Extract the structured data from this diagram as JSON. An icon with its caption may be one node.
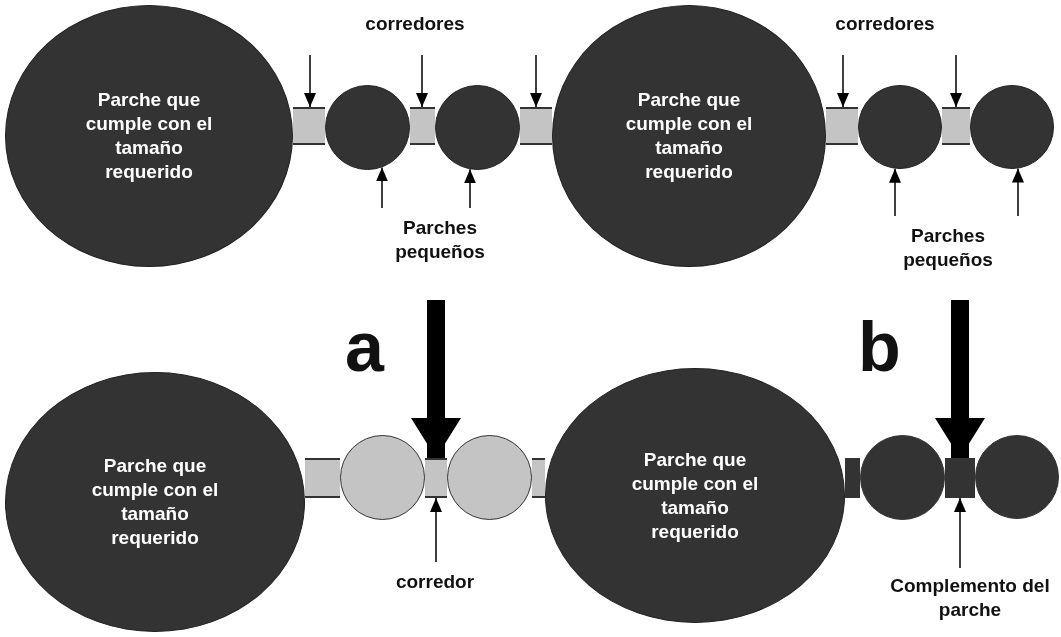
{
  "diagram": {
    "nodes": [
      {
        "text": [
          "Parche que cumple con el tamaño requerido"
        ]
      },
      {
        "text": [],
        "shape": "bar"
      },
      {
        "text": [],
        "shape": "circle"
      },
      {
        "text": [],
        "shape": "bar"
      },
      {
        "text": [],
        "shape": "circle"
      },
      {
        "text": [],
        "shape": "bar"
      },
      {
        "text": [
          "Parche que cumple con el tamaño requerido"
        ]
      },
      {
        "text": [],
        "shape": "bar"
      },
      {
        "text": [],
        "shape": "circle"
      },
      {
        "text": [],
        "shape": "bar"
      },
      {
        "text": [],
        "shape": "circle"
      },
      {
        "text": [
          "Parche que cumple con el tamaño requerido"
        ]
      },
      {
        "text": [],
        "shape": "bar"
      },
      {
        "text": [],
        "shape": "circle"
      },
      {
        "text": [],
        "shape": "bar"
      },
      {
        "text": [],
        "shape": "circle"
      },
      {
        "text": [],
        "shape": "bar"
      },
      {
        "text": [
          "Parche que cumple con el tamaño requerido"
        ]
      },
      {
        "text": [],
        "shape": "bar"
      },
      {
        "text": [],
        "shape": "circle"
      },
      {
        "text": [],
        "shape": "bar"
      },
      {
        "text": [],
        "shape": "circle"
      }
    ],
    "edges": [
      {
        "from": null,
        "to": 1,
        "arrow": "to"
      },
      {
        "from": null,
        "to": 3,
        "arrow": "to"
      },
      {
        "from": null,
        "to": 5,
        "arrow": "to"
      },
      {
        "from": null,
        "to": 7,
        "arrow": "to"
      },
      {
        "from": null,
        "to": 9,
        "arrow": "to"
      },
      {
        "from": null,
        "to": 2,
        "arrow": "to"
      },
      {
        "from": null,
        "to": 4,
        "arrow": "to"
      },
      {
        "from": null,
        "to": 8,
        "arrow": "to"
      },
      {
        "from": null,
        "to": 10,
        "arrow": "to"
      },
      {
        "from": null,
        "to": 14,
        "arrow": "to",
        "label": "a",
        "style": "thick"
      },
      {
        "from": null,
        "to": 20,
        "arrow": "to",
        "label": "b",
        "style": "thick"
      },
      {
        "from": null,
        "to": 14,
        "arrow": "to"
      },
      {
        "from": null,
        "to": 20,
        "arrow": "to"
      }
    ],
    "labels": [
      "corredores",
      "corredores",
      "Parches pequeños",
      "Parches pequeños",
      "corredor",
      "Complemento del parche"
    ]
  }
}
